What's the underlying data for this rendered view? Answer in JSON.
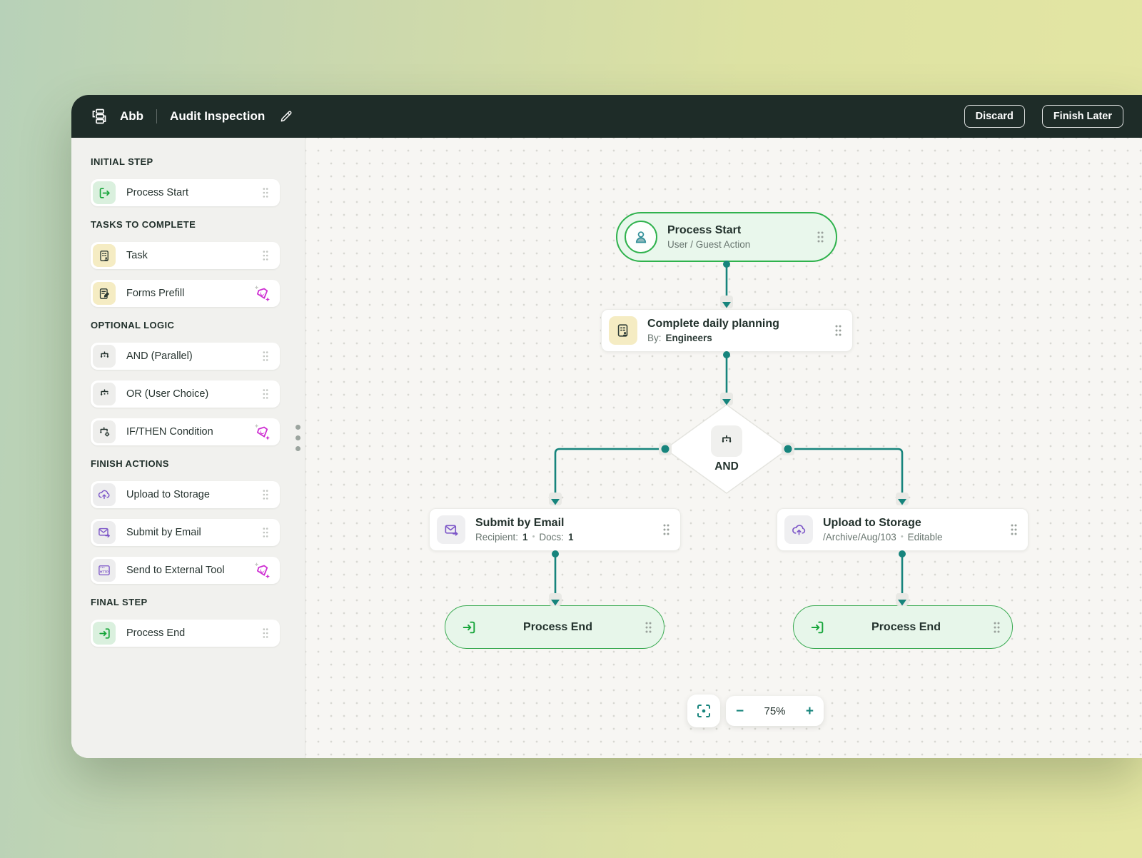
{
  "header": {
    "app_name": "Abb",
    "workflow_title": "Audit Inspection",
    "discard_label": "Discard",
    "finish_later_label": "Finish Later"
  },
  "sidebar": {
    "http_icon_text": "HTTP",
    "sections": [
      {
        "label": "INITIAL STEP",
        "items": [
          {
            "label": "Process Start"
          }
        ]
      },
      {
        "label": "TASKS TO COMPLETE",
        "items": [
          {
            "label": "Task"
          },
          {
            "label": "Forms Prefill"
          }
        ]
      },
      {
        "label": "OPTIONAL LOGIC",
        "items": [
          {
            "label": "AND (Parallel)"
          },
          {
            "label": "OR (User Choice)"
          },
          {
            "label": "IF/THEN Condition"
          }
        ]
      },
      {
        "label": "FINISH ACTIONS",
        "items": [
          {
            "label": "Upload to Storage"
          },
          {
            "label": "Submit by Email"
          },
          {
            "label": "Send to External Tool"
          }
        ]
      },
      {
        "label": "FINAL STEP",
        "items": [
          {
            "label": "Process End"
          }
        ]
      }
    ]
  },
  "canvas": {
    "nodes": {
      "process_start": {
        "title": "Process Start",
        "subtitle": "User / Guest Action"
      },
      "task": {
        "title": "Complete daily planning",
        "meta_label": "By:",
        "meta_value": "Engineers"
      },
      "and_gateway": {
        "label": "AND"
      },
      "submit_email": {
        "title": "Submit by Email",
        "meta1_label": "Recipient:",
        "meta1_value": "1",
        "sep": "•",
        "meta2_label": "Docs:",
        "meta2_value": "1"
      },
      "upload_storage": {
        "title": "Upload to Storage",
        "path": "/Archive/Aug/103",
        "sep": "•",
        "flag": "Editable"
      },
      "process_end_left": {
        "title": "Process End"
      },
      "process_end_right": {
        "title": "Process End"
      }
    },
    "controls": {
      "zoom_out": "−",
      "zoom_level": "75%",
      "zoom_in": "+"
    }
  },
  "colors": {
    "header_bg": "#1e2c28",
    "accent_green": "#2fb24d",
    "connector_teal": "#16847c",
    "purple": "#7d57c8",
    "premium_magenta": "#ce2fd2",
    "yellow_box": "#f5ecc3"
  }
}
